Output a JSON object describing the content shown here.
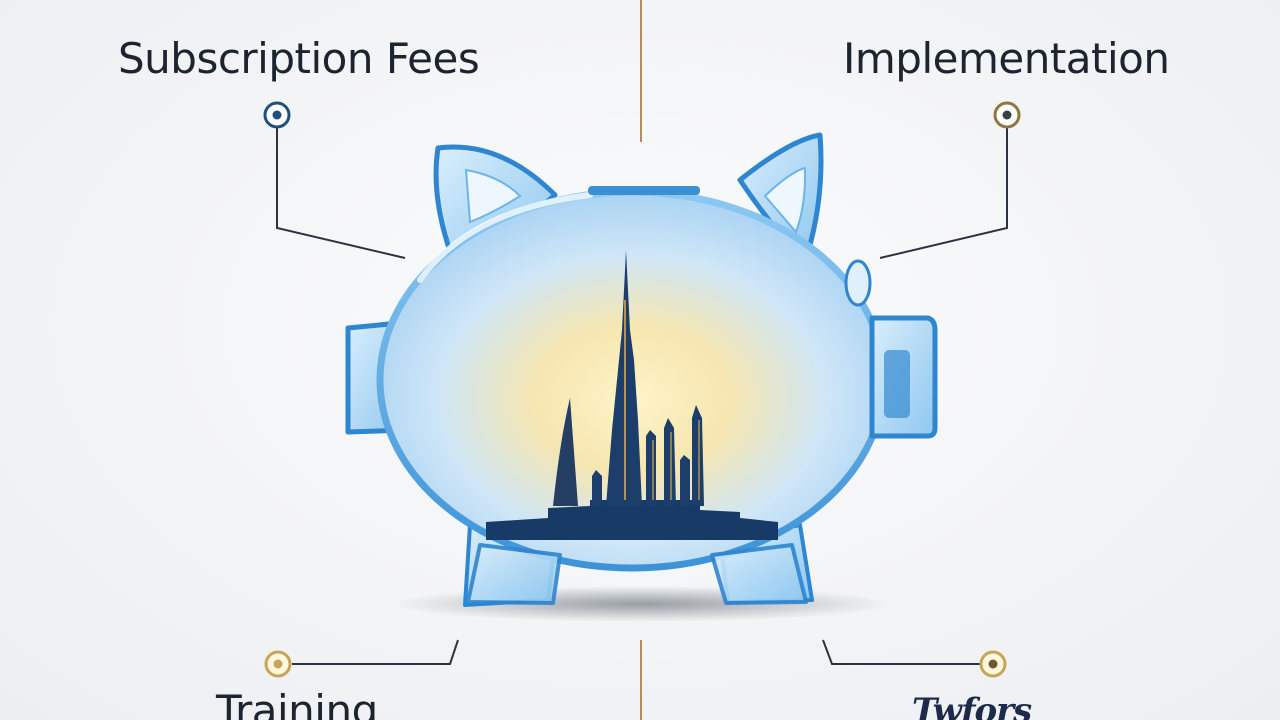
{
  "labels": {
    "top_left": "Subscription Fees",
    "top_right": "Implementation",
    "bottom_left": "Training",
    "bottom_right": "Twfors"
  },
  "colors": {
    "accent_gold": "#c8a45a",
    "accent_navy": "#1f4f7a",
    "piggy_blue": "#4aa3e6",
    "skyline_navy": "#183a66",
    "connector": "#2a3340"
  },
  "icons": [
    "piggy-bank-icon",
    "city-skyline-icon",
    "connector-dot-icon"
  ]
}
